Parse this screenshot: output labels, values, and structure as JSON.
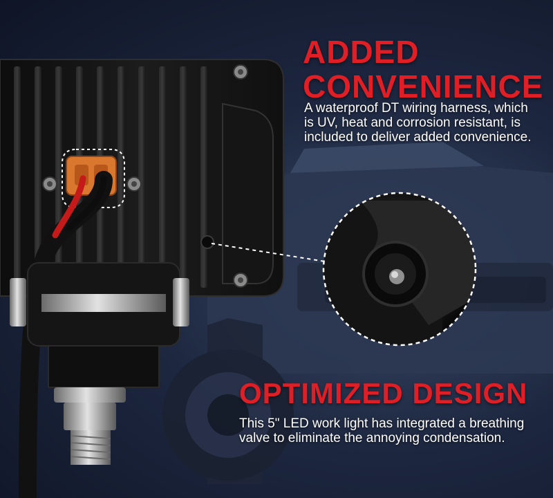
{
  "sections": {
    "convenience": {
      "title_line1": "ADDED",
      "title_line2": "CONVENIENCE",
      "body": "A waterproof DT wiring harness, which is UV, heat and corrosion resistant, is included to deliver added convenience."
    },
    "design": {
      "title": "OPTIMIZED DESIGN",
      "body": "This 5\"  LED work light has integrated a breathing valve to eliminate the annoying condensation."
    }
  },
  "colors": {
    "headline_red": "#e01e26",
    "body_text": "#ffffff",
    "background_navy": "#1d2740",
    "housing_black": "#141414",
    "connector_orange": "#d9772e",
    "wire_red": "#c41a1a"
  }
}
